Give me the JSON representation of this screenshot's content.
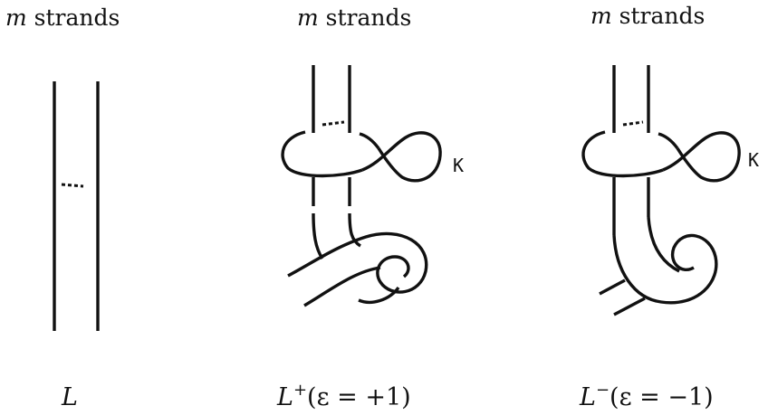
{
  "panels": [
    {
      "header_symbol": "m",
      "header_text": " strands",
      "caption_main": "L",
      "caption_sup": "",
      "caption_rest": ""
    },
    {
      "header_symbol": "m",
      "header_text": " strands",
      "caption_main": "L",
      "caption_sup": "+",
      "caption_rest": "(ε = +1)",
      "knot_label": "K"
    },
    {
      "header_symbol": "m",
      "header_text": " strands",
      "caption_main": "L",
      "caption_sup": "−",
      "caption_rest": "(ε = −1)",
      "knot_label": "K"
    }
  ],
  "colors": {
    "ink": "#111111",
    "background": "#ffffff"
  }
}
